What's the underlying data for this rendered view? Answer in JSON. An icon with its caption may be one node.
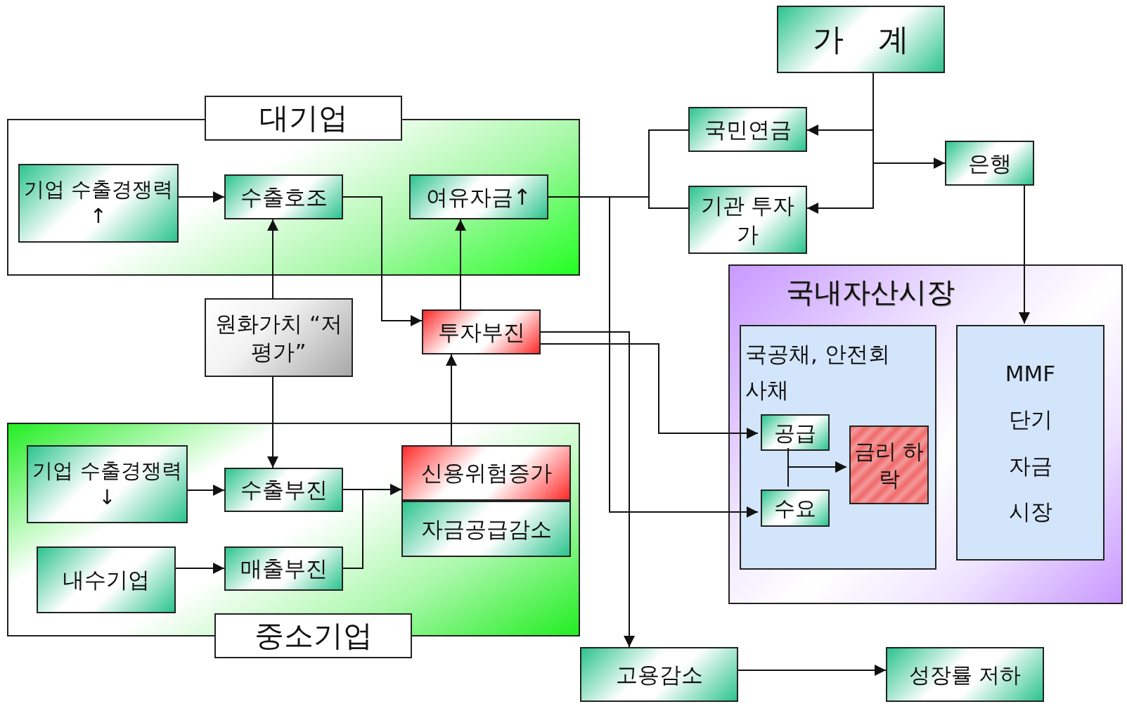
{
  "diagram": {
    "nodes": [
      {
        "text": [
          "대기업"
        ]
      },
      {
        "text": [
          "기업 수출경쟁력↑"
        ],
        "in": 0
      },
      {
        "text": [
          "수출호조"
        ],
        "in": 0
      },
      {
        "text": [
          "여유자금↑"
        ],
        "in": 0
      },
      {
        "text": [
          "원화가치 “저평가”"
        ]
      },
      {
        "text": [
          "투자부진"
        ]
      },
      {
        "text": [
          "중소기업"
        ]
      },
      {
        "text": [
          "기업 수출경쟁력↓"
        ],
        "in": 6
      },
      {
        "text": [
          "수출부진"
        ],
        "in": 6
      },
      {
        "text": [
          "신용위험증가"
        ],
        "in": 6
      },
      {
        "text": [
          "자금공급감소"
        ],
        "in": 6
      },
      {
        "text": [
          "내수기업"
        ],
        "in": 6
      },
      {
        "text": [
          "매출부진"
        ],
        "in": 6
      },
      {
        "text": [
          "가 계"
        ]
      },
      {
        "text": [
          "국민연금"
        ]
      },
      {
        "text": [
          "기관 투자가"
        ]
      },
      {
        "text": [
          "은행"
        ]
      },
      {
        "text": [
          "국내자산시장"
        ]
      },
      {
        "text": [
          "국공채, 안전회사채"
        ],
        "in": 17
      },
      {
        "text": [
          "공급"
        ],
        "in": 18
      },
      {
        "text": [
          "수요"
        ],
        "in": 18
      },
      {
        "text": [
          "금리 하락"
        ],
        "in": 18
      },
      {
        "text": [
          "MMF 단기 자금 시장"
        ],
        "in": 17
      },
      {
        "text": [
          "고용감소"
        ]
      },
      {
        "text": [
          "성장률 저하"
        ]
      }
    ],
    "edges": [
      {
        "from": 1,
        "to": 2,
        "arrow": "to"
      },
      {
        "from": 4,
        "to": 2,
        "arrow": "to"
      },
      {
        "from": 4,
        "to": 8,
        "arrow": "to"
      },
      {
        "from": 2,
        "to": 5,
        "arrow": "to"
      },
      {
        "from": 5,
        "to": 3,
        "arrow": "to"
      },
      {
        "from": 9,
        "to": 5,
        "arrow": "to"
      },
      {
        "from": 7,
        "to": 8,
        "arrow": "to"
      },
      {
        "from": 11,
        "to": 12,
        "arrow": "to"
      },
      {
        "from": 8,
        "to": 9,
        "arrow": "to"
      },
      {
        "from": 12,
        "to": 9,
        "arrow": "to"
      },
      {
        "from": 3,
        "to": 14,
        "arrow": "none"
      },
      {
        "from": 3,
        "to": 15,
        "arrow": "none"
      },
      {
        "from": 13,
        "to": 14,
        "arrow": "to"
      },
      {
        "from": 13,
        "to": 15,
        "arrow": "to"
      },
      {
        "from": 13,
        "to": 16,
        "arrow": "to"
      },
      {
        "from": 16,
        "to": 22,
        "arrow": "to"
      },
      {
        "from": 3,
        "to": 20,
        "arrow": "to"
      },
      {
        "from": 5,
        "to": 23,
        "arrow": "to"
      },
      {
        "from": 5,
        "to": 19,
        "arrow": "to"
      },
      {
        "from": 19,
        "to": 21,
        "arrow": "to"
      },
      {
        "from": 20,
        "to": 21,
        "arrow": "to"
      },
      {
        "from": 23,
        "to": 24,
        "arrow": "to"
      }
    ]
  }
}
